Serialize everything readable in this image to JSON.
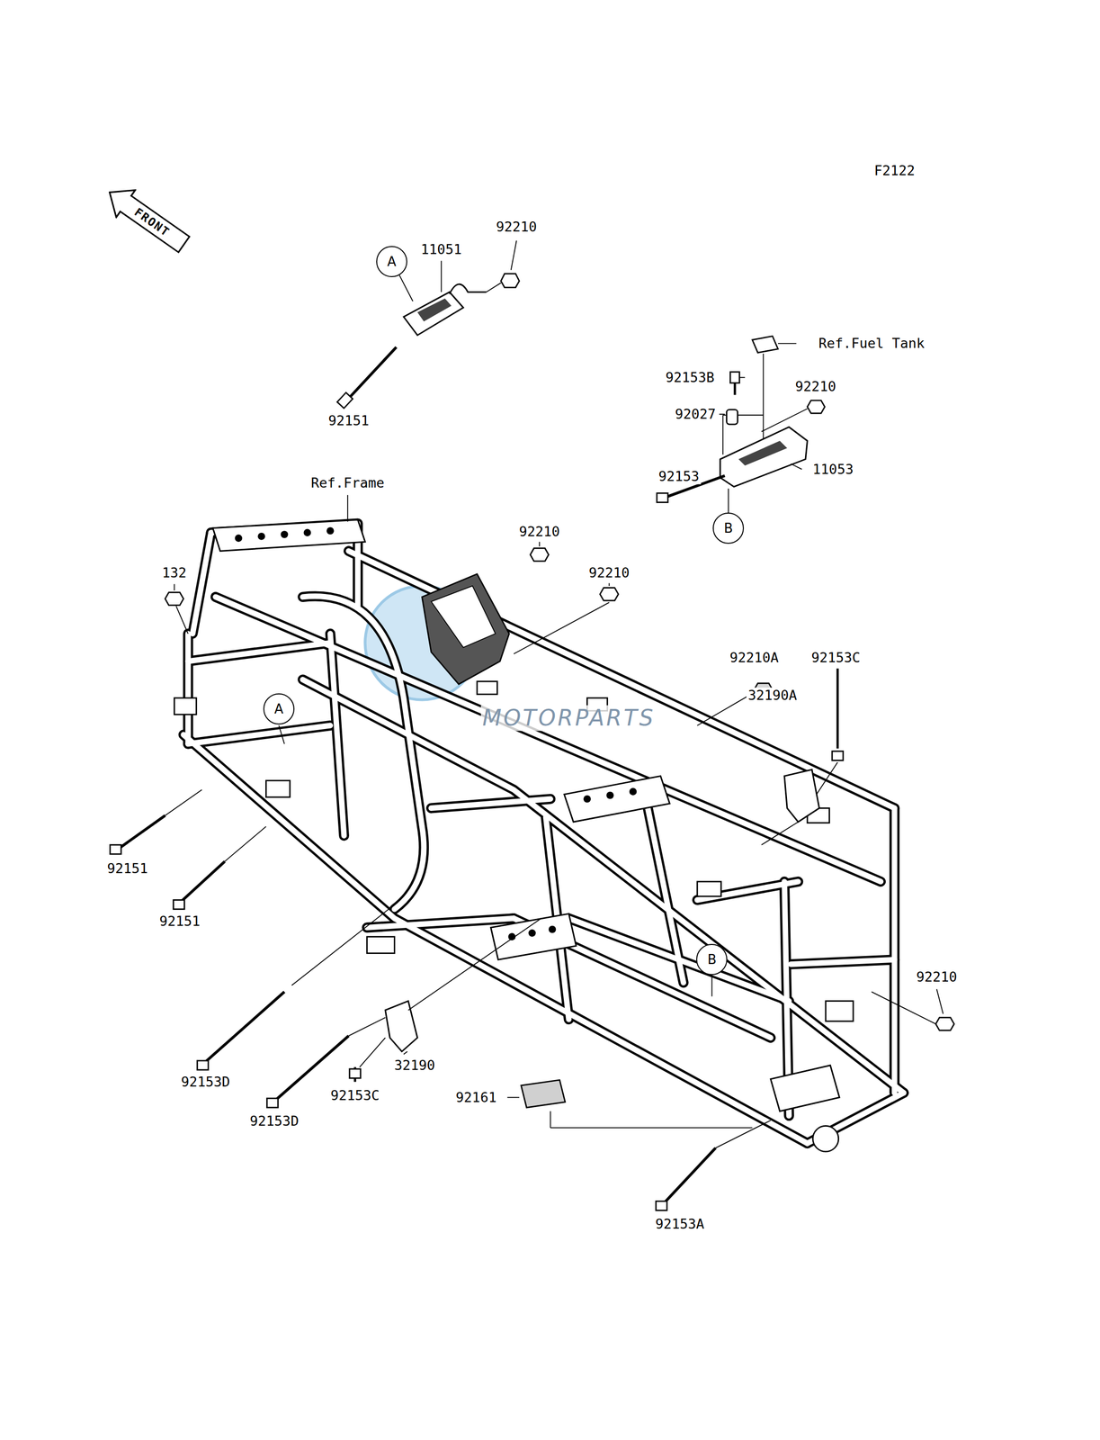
{
  "diagram": {
    "nodes": [
      {
        "text": [
          "FRONT"
        ]
      },
      {
        "text": [
          "A"
        ]
      },
      {
        "text": [
          "B"
        ]
      },
      {
        "text": [
          "A"
        ]
      },
      {
        "text": [
          "B"
        ]
      }
    ],
    "labels": [
      "F2122",
      "92210",
      "11051",
      "Ref.Fuel Tank",
      "92153B",
      "92210",
      "92027",
      "92151",
      "11053",
      "92153",
      "Ref.Frame",
      "92210",
      "132",
      "92210",
      "92210A",
      "92153C",
      "32190A",
      "MOTORPARTS",
      "92151",
      "92151",
      "92210",
      "32190",
      "92153D",
      "92153C",
      "92161",
      "92153D",
      "92153A"
    ]
  }
}
